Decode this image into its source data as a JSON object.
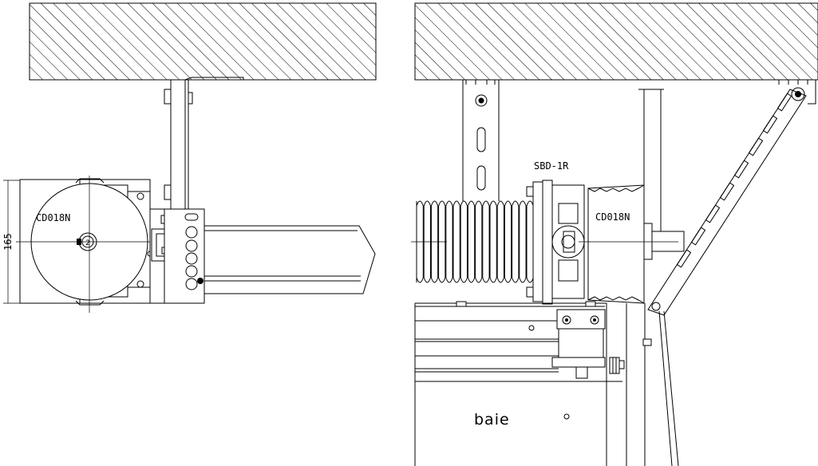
{
  "labels": {
    "left_motor": "CD018N",
    "dimension": "165",
    "right_bracket": "SBD-1R",
    "right_motor": "CD018N",
    "opening": "baie"
  }
}
